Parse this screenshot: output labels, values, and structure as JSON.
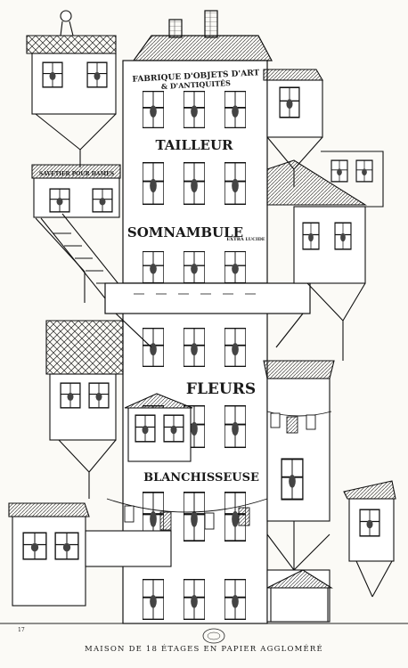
{
  "illustration": {
    "signs": {
      "fabrique_line1": "FABRIQUE D'OBJETS D'ART",
      "fabrique_line2": "& D'ANTIQUITÉS",
      "tailleur": "TAILLEUR",
      "savetier": "SAVETIER POUR DAMES",
      "somnambule": "SOMNAMBULE",
      "somnambule_small": "EXTRA LUCIDE",
      "fleurs": "FLEURS",
      "blanchisseuse": "BLANCHISSEUSE"
    }
  },
  "caption": "MAISON DE 18 ÉTAGES EN PAPIER AGGLOMÉRÉ",
  "page_number": "17"
}
